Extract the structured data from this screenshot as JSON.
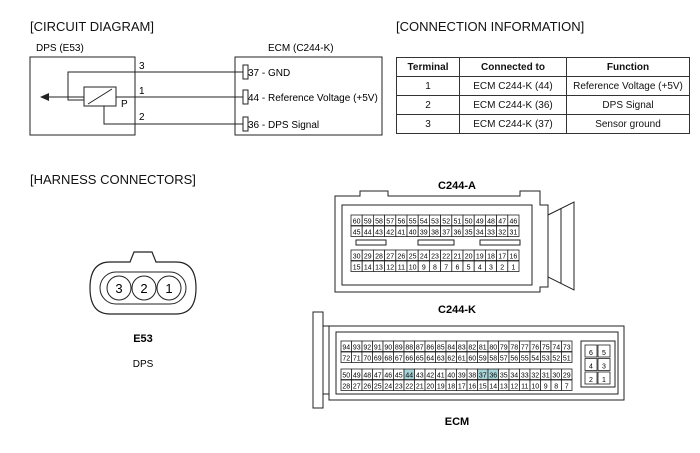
{
  "headings": {
    "circuit": "[CIRCUIT DIAGRAM]",
    "connection": "[CONNECTION INFORMATION]",
    "harness": "[HARNESS CONNECTORS]"
  },
  "circuit": {
    "dps_box_label": "DPS (E53)",
    "ecm_box_label": "ECM (C244-K)",
    "sensor_pin_mark": "P",
    "left_pins": [
      "3",
      "1",
      "2"
    ],
    "ecm_pins": [
      "37 - GND",
      "44 - Reference Voltage (+5V)",
      "36 - DPS Signal"
    ]
  },
  "connection_table": {
    "headers": [
      "Terminal",
      "Connected to",
      "Function"
    ],
    "rows": [
      [
        "1",
        "ECM C244-K (44)",
        "Reference Voltage (+5V)"
      ],
      [
        "2",
        "ECM C244-K (36)",
        "DPS Signal"
      ],
      [
        "3",
        "ECM C244-K (37)",
        "Sensor ground"
      ]
    ]
  },
  "e53": {
    "pins": [
      "3",
      "2",
      "1"
    ],
    "name": "E53",
    "caption": "DPS"
  },
  "c244a": {
    "title": "C244-A",
    "rows": [
      [
        "60",
        "59",
        "58",
        "57",
        "56",
        "55",
        "54",
        "53",
        "52",
        "51",
        "50",
        "49",
        "48",
        "47",
        "46"
      ],
      [
        "45",
        "44",
        "43",
        "42",
        "41",
        "40",
        "39",
        "38",
        "37",
        "36",
        "35",
        "34",
        "33",
        "32",
        "31"
      ],
      [
        "30",
        "29",
        "28",
        "27",
        "26",
        "25",
        "24",
        "23",
        "22",
        "21",
        "20",
        "19",
        "18",
        "17",
        "16"
      ],
      [
        "15",
        "14",
        "13",
        "12",
        "11",
        "10",
        "9",
        "8",
        "7",
        "6",
        "5",
        "4",
        "3",
        "2",
        "1"
      ]
    ]
  },
  "c244k": {
    "title": "C244-K",
    "rows": [
      [
        "94",
        "93",
        "92",
        "91",
        "90",
        "89",
        "88",
        "87",
        "86",
        "85",
        "84",
        "83",
        "82",
        "81",
        "80",
        "79",
        "78",
        "77",
        "76",
        "75",
        "74",
        "73"
      ],
      [
        "72",
        "71",
        "70",
        "69",
        "68",
        "67",
        "66",
        "65",
        "64",
        "63",
        "62",
        "61",
        "60",
        "59",
        "58",
        "57",
        "56",
        "55",
        "54",
        "53",
        "52",
        "51"
      ],
      [
        "50",
        "49",
        "48",
        "47",
        "46",
        "45",
        "44",
        "43",
        "42",
        "41",
        "40",
        "39",
        "38",
        "37",
        "36",
        "35",
        "34",
        "33",
        "32",
        "31",
        "30",
        "29"
      ],
      [
        "28",
        "27",
        "26",
        "25",
        "24",
        "23",
        "22",
        "21",
        "20",
        "19",
        "18",
        "17",
        "16",
        "15",
        "14",
        "13",
        "12",
        "11",
        "10",
        "9",
        "8",
        "7"
      ]
    ],
    "side": [
      "6",
      "5",
      "4",
      "3",
      "2",
      "1"
    ],
    "highlight": [
      "44",
      "37",
      "36"
    ],
    "highlight_color": "#a8d4d8",
    "caption": "ECM"
  }
}
